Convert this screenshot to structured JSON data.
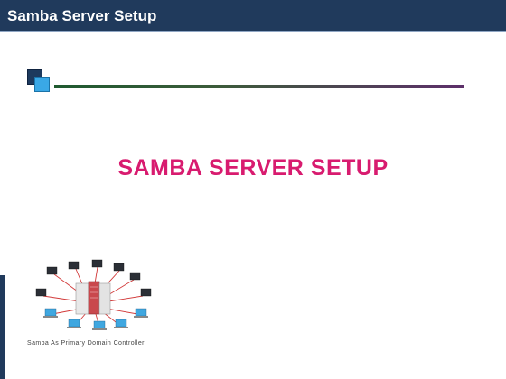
{
  "header": {
    "title": "Samba Server Setup"
  },
  "slide": {
    "heading": "SAMBA SERVER SETUP"
  },
  "figure": {
    "caption": "Samba As Primary Domain Controller"
  },
  "colors": {
    "header_bg": "#203a5c",
    "heading": "#d81b6f",
    "accent_square": "#3aa8e6",
    "dark_square": "#1d3a5e"
  },
  "icons": [
    "server-rack-icon",
    "desktop-monitor-icon",
    "laptop-icon"
  ]
}
